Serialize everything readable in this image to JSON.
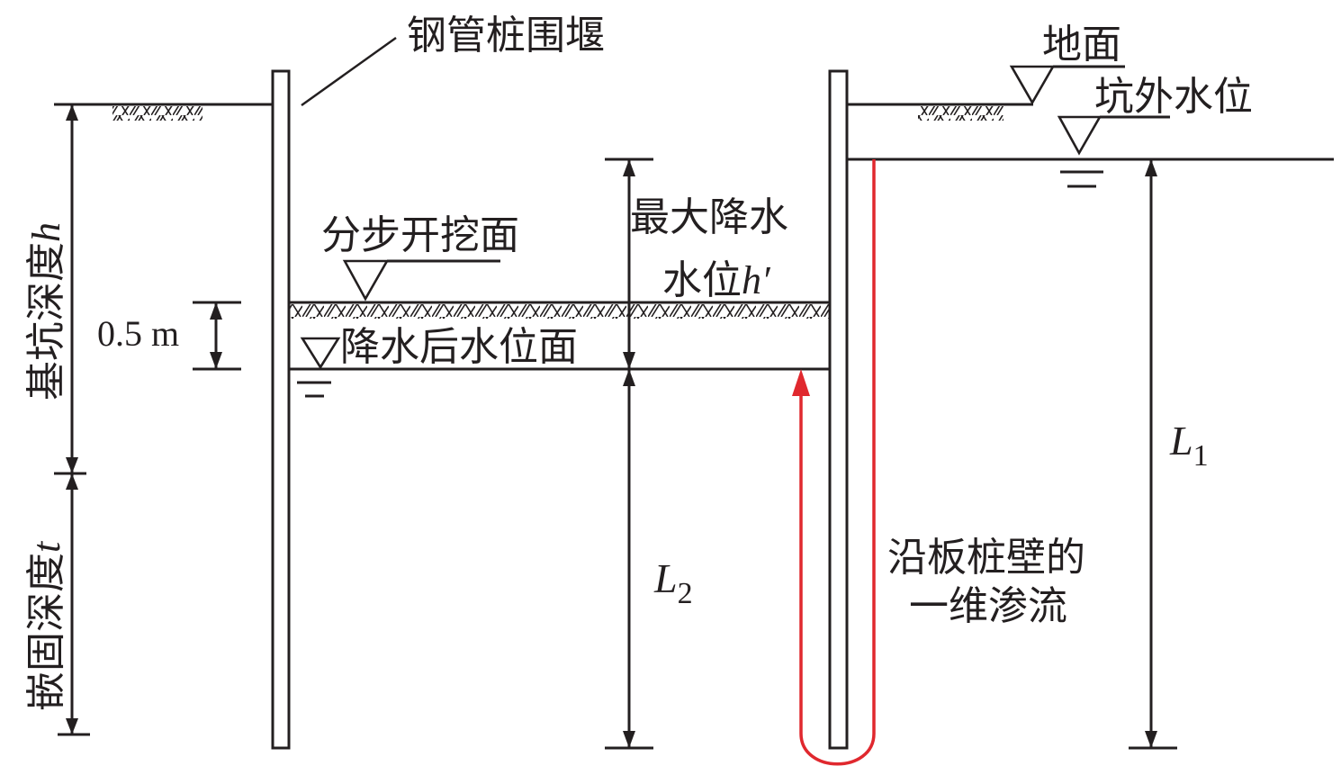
{
  "diagram": {
    "title": "Steel pipe pile cofferdam seepage schematic",
    "labels": {
      "cofferdam": "钢管桩围堰",
      "ground": "地面",
      "outside_water_level": "坑外水位",
      "excavation_face": "分步开挖面",
      "max_drawdown_line1": "最大降水",
      "max_drawdown_line2": "水位",
      "max_drawdown_symbol": "h′",
      "dewatered_level": "降水后水位面",
      "pit_depth": "基坑深度",
      "pit_depth_symbol": "h",
      "embed_depth": "嵌固深度",
      "embed_depth_symbol": "t",
      "offset": "0.5 m",
      "L1_main": "L",
      "L1_sub": "1",
      "L2_main": "L",
      "L2_sub": "2",
      "seepage_line1": "沿板桩壁的",
      "seepage_line2": "一维渗流"
    },
    "colors": {
      "line": "#231f20",
      "seepage_path": "#e0282e",
      "background": "#ffffff"
    }
  }
}
